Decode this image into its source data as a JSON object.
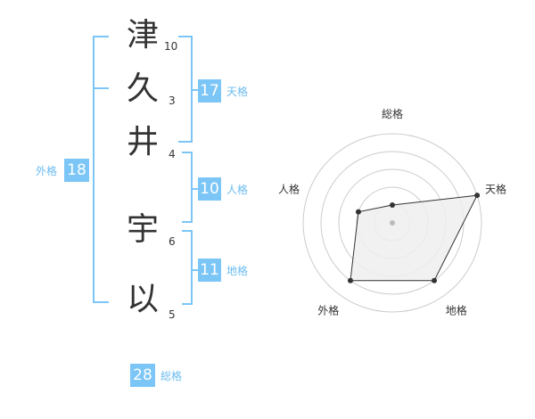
{
  "name_chars": [
    {
      "char": "津",
      "strokes": "10"
    },
    {
      "char": "久",
      "strokes": "3"
    },
    {
      "char": "井",
      "strokes": "4"
    },
    {
      "char": "宇",
      "strokes": "6"
    },
    {
      "char": "以",
      "strokes": "5"
    }
  ],
  "fortunes": {
    "tenkaku": {
      "value": "17",
      "label": "天格"
    },
    "jinkaku": {
      "value": "10",
      "label": "人格"
    },
    "chikaku": {
      "value": "11",
      "label": "地格"
    },
    "gaikaku": {
      "value": "18",
      "label": "外格"
    },
    "soukaku": {
      "value": "28",
      "label": "総格"
    }
  },
  "colors": {
    "accent": "#7cc6f7",
    "text": "#333333",
    "grid": "#cccccc",
    "fill": "#eeeeee"
  },
  "chart_data": {
    "type": "radar",
    "axes": [
      "総格",
      "天格",
      "地格",
      "外格",
      "人格"
    ],
    "scale_max": 5,
    "rings": 5,
    "values": [
      1,
      5,
      4,
      4,
      2
    ]
  }
}
